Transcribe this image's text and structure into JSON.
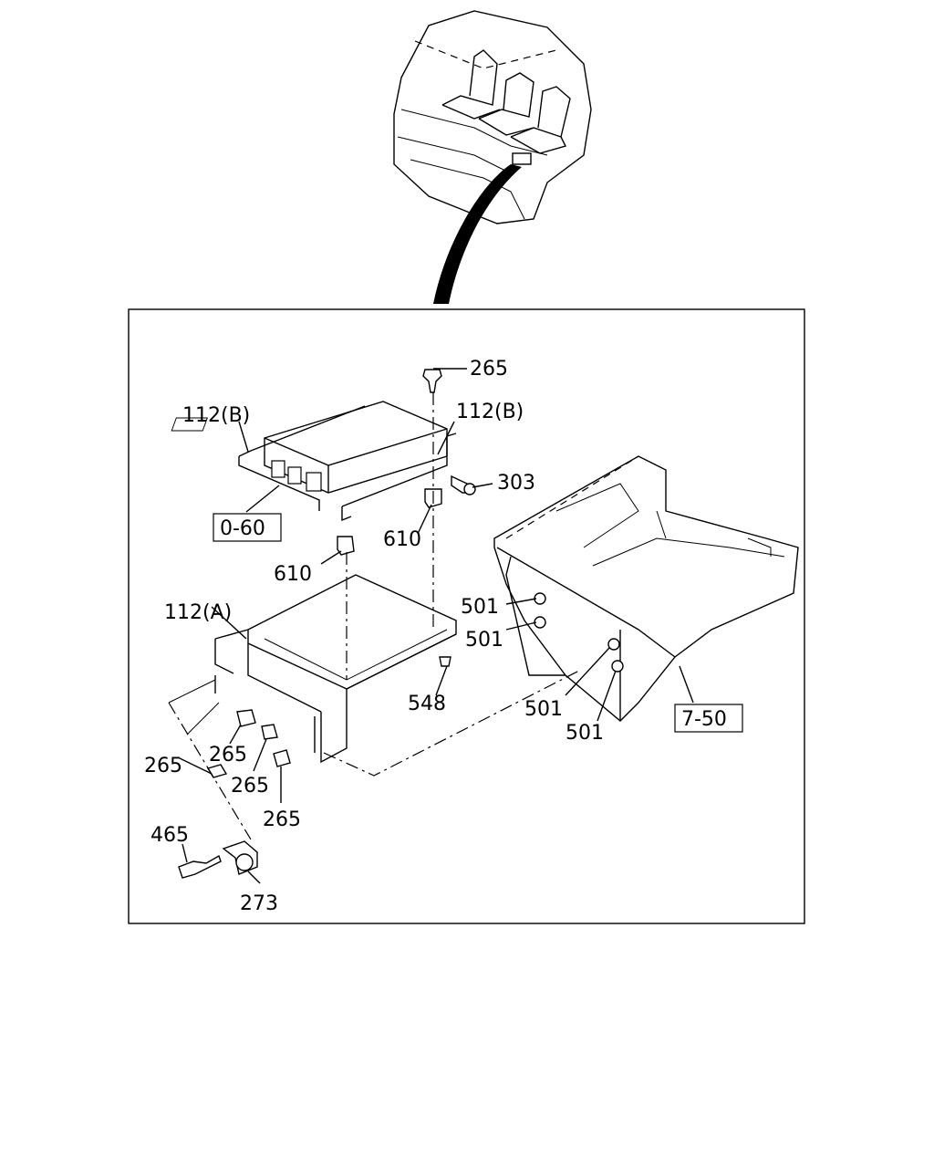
{
  "callouts": {
    "c265_top": "265",
    "c112b_left": "112(B)",
    "c112b_right": "112(B)",
    "c303": "303",
    "ref_060": "0-60",
    "c610_right": "610",
    "c610_left": "610",
    "c112a": "112(A)",
    "c501_a": "501",
    "c501_b": "501",
    "c501_c": "501",
    "c501_d": "501",
    "c548": "548",
    "ref_750": "7-50",
    "c265_b1": "265",
    "c265_b2": "265",
    "c265_b3": "265",
    "c265_b4": "265",
    "c465": "465",
    "c273": "273"
  }
}
